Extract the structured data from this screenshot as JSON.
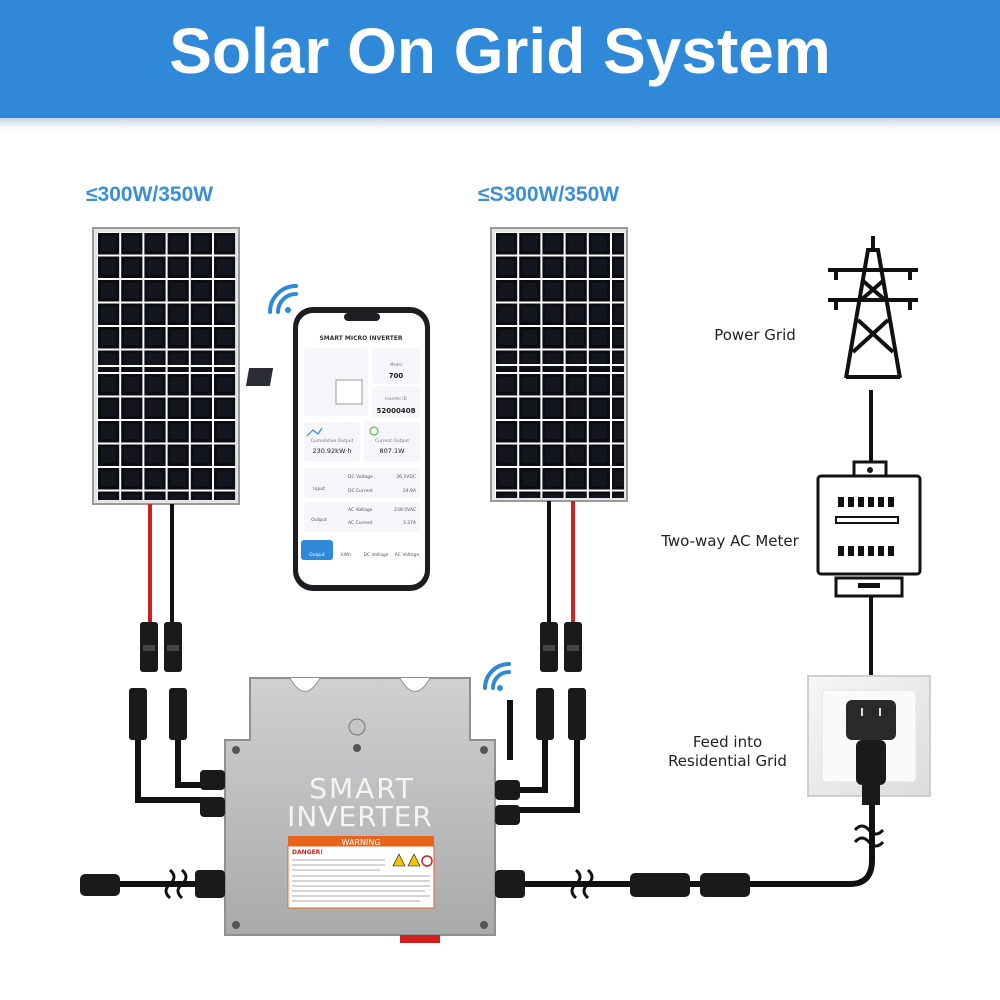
{
  "title": "Solar On Grid System",
  "panels": [
    {
      "label": "≤300W/350W"
    },
    {
      "label": "≤S300W/350W"
    }
  ],
  "components": {
    "power_grid": "Power Grid",
    "meter": "Two-way AC Meter",
    "feed_line1": "Feed into",
    "feed_line2": "Residential Grid"
  },
  "inverter": {
    "line1": "SMART",
    "line2": "INVERTER",
    "warning": "WARNING",
    "danger": "DANGER!"
  },
  "phone": {
    "header": "SMART MICRO INVERTER",
    "model_label": "Model",
    "model_value": "700",
    "inverter_id_label": "Inverter ID",
    "inverter_id_value": "52000408",
    "cumulative_label": "Cumulative Output",
    "cumulative_value": "230.92kW·h",
    "current_label": "Current Output",
    "current_value": "807.1W",
    "input_label": "Input",
    "output_label": "Output",
    "dc_voltage_label": "DC Voltage",
    "dc_voltage_value": "36.1VDC",
    "dc_current_label": "DC Current",
    "dc_current_value": "24.9A",
    "ac_voltage_label": "AC Voltage",
    "ac_voltage_value": "239.5VAC",
    "ac_current_label": "AC Current",
    "ac_current_value": "3.37A",
    "tabs": [
      "Output",
      "kWh",
      "DC Voltage",
      "AC Voltage"
    ]
  },
  "colors": {
    "banner": "#2f88d8",
    "label_blue": "#3b8fd9",
    "panel_cell": "#0c0d14",
    "wire_red": "#d21f1f",
    "wire_black": "#111111",
    "inverter_body": "#b9babc",
    "warning_orange": "#e8641c"
  }
}
